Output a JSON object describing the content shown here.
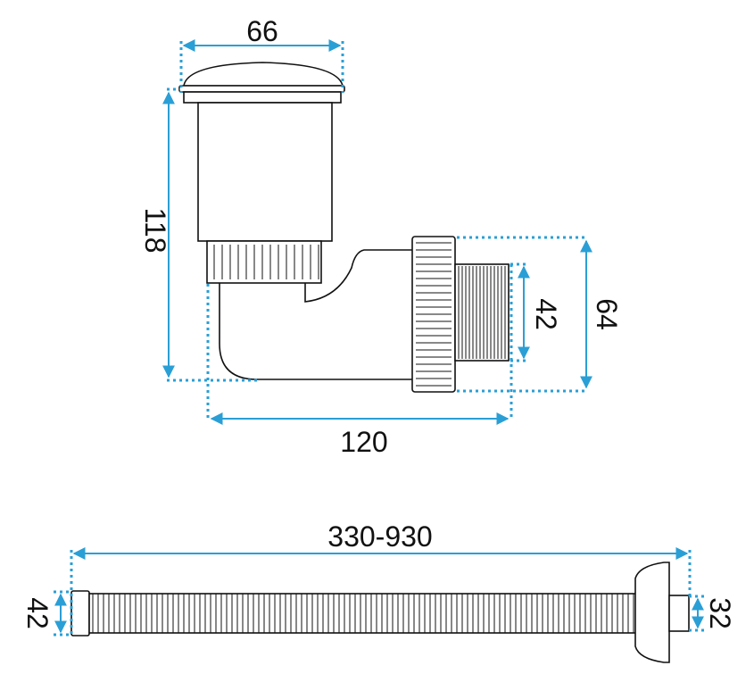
{
  "dimensions": {
    "cap_width": "66",
    "total_height": "118",
    "outlet_width": "120",
    "thread_diameter": "42",
    "nut_diameter": "64",
    "hose_length": "330-930",
    "hose_end_left": "42",
    "hose_end_right": "32"
  },
  "colors": {
    "dimension_lines": "#2a9fd6",
    "outline": "#111111"
  }
}
